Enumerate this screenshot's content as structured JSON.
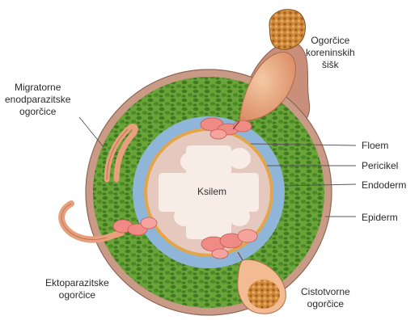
{
  "labels": {
    "root_knot": [
      "Ogorčice",
      "koreninskih",
      "šišk"
    ],
    "migratory": [
      "Migratorne",
      "enodparazitske",
      "ogorčice"
    ],
    "phloem": "Floem",
    "pericycle": "Pericikel",
    "endoderm": "Endoderm",
    "epiderm": "Epiderm",
    "xylem": "Ksilem",
    "ectoparasitic": [
      "Ektoparazitske",
      "ogorčice"
    ],
    "cyst": [
      "Cistotvorne",
      "ogorčice"
    ]
  },
  "colors": {
    "cortex": "#6aa338",
    "cortex_cell": "#3f7a22",
    "endodermis": "#8fb6d8",
    "pericycle": "#e2a54a",
    "stele": "#e5c9bf",
    "xylem": "#f7ece6",
    "nematode": "#e8a07c",
    "feeding_cell": "#f08a85",
    "cyst": "#c07a3a",
    "leader_line": "#555555"
  }
}
